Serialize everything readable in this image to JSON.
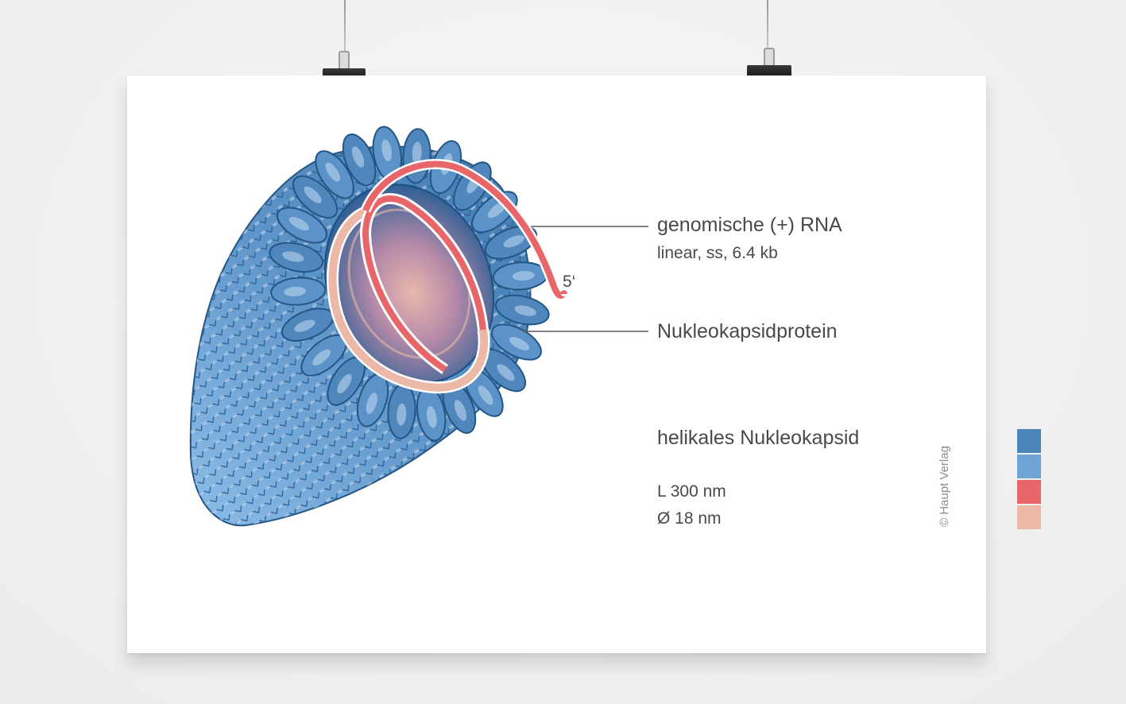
{
  "labels": {
    "rna_title": "genomische (+) RNA",
    "rna_detail": "linear, ss, 6.4 kb",
    "five_prime": "5‘",
    "protein": "Nukleokapsidprotein",
    "structure": "helikales Nukleokapsid",
    "length": "L 300 nm",
    "diameter": "Ø 18 nm",
    "copyright": "© Haupt Verlag"
  },
  "palette": {
    "blue_dark": "#4a84b8",
    "blue_light": "#6ea4d6",
    "red": "#e8666a",
    "pink": "#ecb8a8"
  }
}
